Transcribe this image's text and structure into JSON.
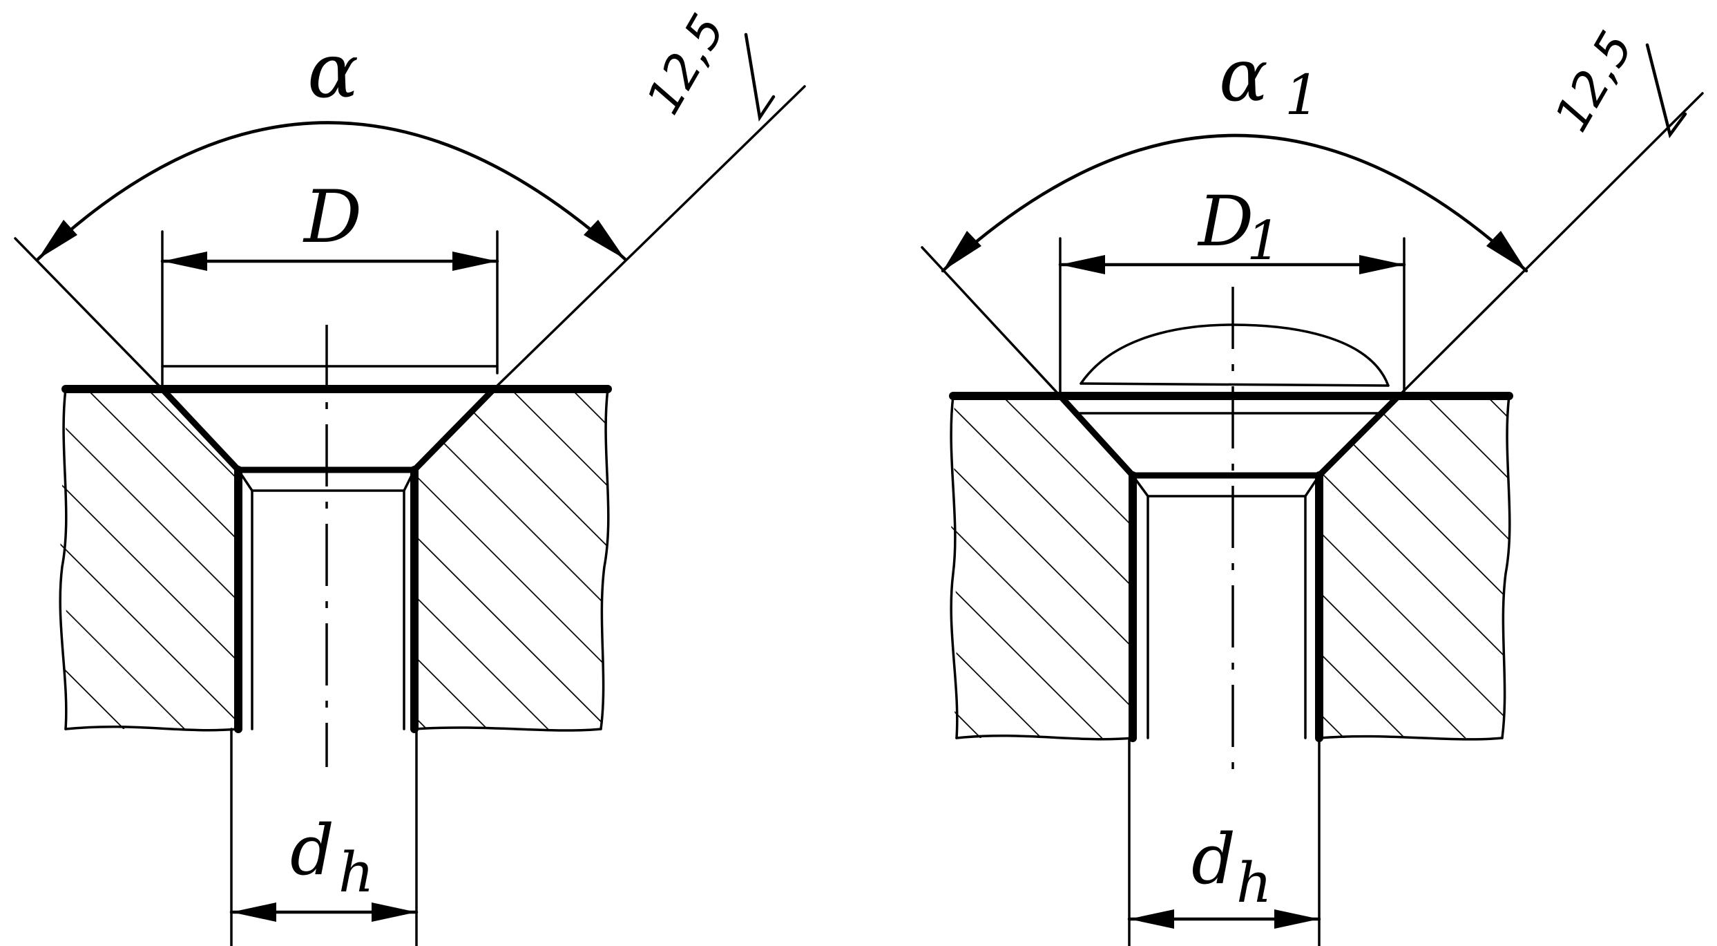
{
  "left_view": {
    "angle_label": "α",
    "diameter_label": "D",
    "hole_label_main": "d",
    "hole_label_sub": "h",
    "roughness_value": "12,5"
  },
  "right_view": {
    "angle_label_main": "α",
    "angle_label_sub": "1",
    "diameter_label_main": "D",
    "diameter_label_sub": "1",
    "hole_label_main": "d",
    "hole_label_sub": "h",
    "roughness_value": "12,5"
  }
}
